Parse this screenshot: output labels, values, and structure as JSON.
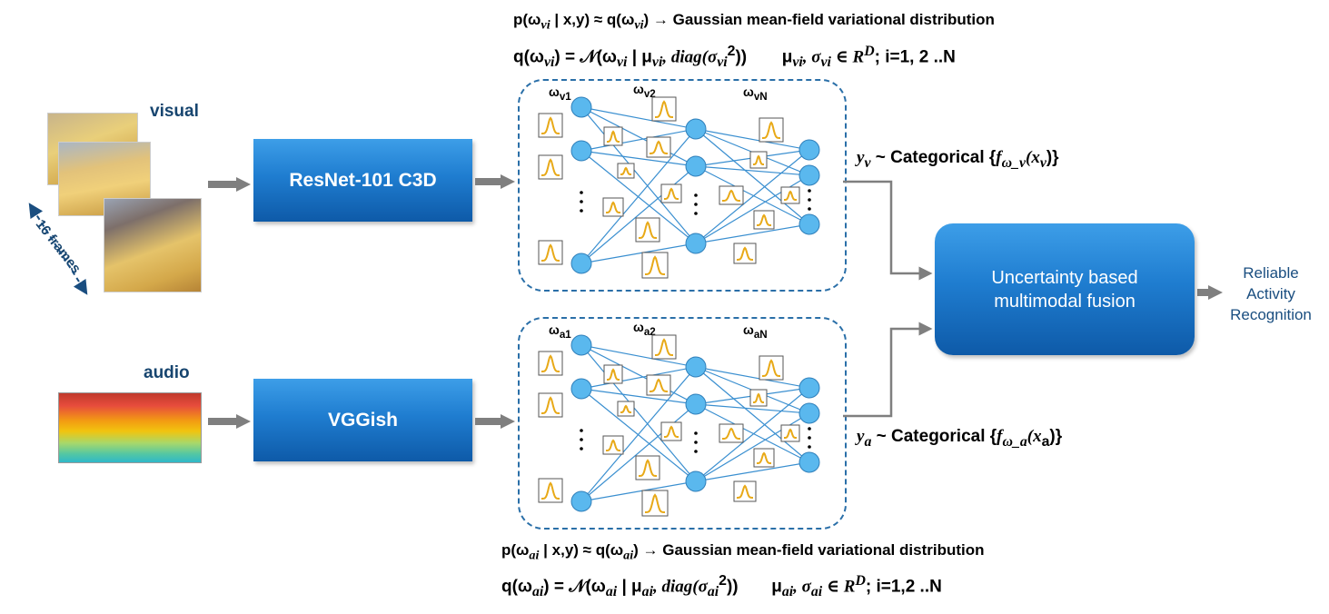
{
  "top_equations": {
    "line1": {
      "lhs": "p(ω",
      "lhs_sub": "vi",
      "mid": "| x,y) ≈ q(ω",
      "mid_sub": "vi",
      "rhs": ") → Gaussian mean-field variational distribution"
    },
    "line2": {
      "lhs": "q(ω",
      "lhs_sub": "vi",
      "eq": ") = 𝒩(ω",
      "eq_sub": "vi",
      "mu": " | μ",
      "mu_sub": "vi",
      "diag": ", diag(σ",
      "diag_sub": "vi",
      "diag_sup": "2",
      "close": "))",
      "params": "μ",
      "params_sub": "vi",
      "sigma": ", σ",
      "sigma_sub": "vi",
      "in": " ∈ R",
      "in_sup": "D",
      "range": "; i=1, 2 ..N"
    }
  },
  "bottom_equations": {
    "line1": {
      "lhs": "p(ω",
      "lhs_sub": "ai",
      "mid": "| x,y) ≈ q(ω",
      "mid_sub": "ai",
      "rhs": ") → Gaussian mean-field variational distribution"
    },
    "line2": {
      "lhs": "q(ω",
      "lhs_sub": "ai",
      "eq": ") = 𝒩(ω",
      "eq_sub": "ai",
      "mu": " | μ",
      "mu_sub": "ai",
      "diag": ", diag(σ",
      "diag_sub": "ai",
      "diag_sup": "2",
      "close": "))",
      "params": "μ",
      "params_sub": "ai",
      "sigma": ", σ",
      "sigma_sub": "ai",
      "in": " ∈ R",
      "in_sup": "D",
      "range": "; i=1,2 ..N"
    }
  },
  "inputs": {
    "visual_label": "visual",
    "frames_label": "16 frames",
    "audio_label": "audio"
  },
  "encoders": {
    "visual": "ResNet-101 C3D",
    "audio": "VGGish"
  },
  "visual_net": {
    "w1": "ω",
    "w1_sub": "v1",
    "w2": "ω",
    "w2_sub": "v2",
    "wN": "ω",
    "wN_sub": "vN"
  },
  "audio_net": {
    "w1": "ω",
    "w1_sub": "a1",
    "w2": "ω",
    "w2_sub": "a2",
    "wN": "ω",
    "wN_sub": "aN"
  },
  "outputs": {
    "visual": {
      "y": "y",
      "y_sub": "v",
      "text": " ~ Categorical {",
      "f": "f",
      "f_sub": "ω_v",
      "arg": "(x",
      "arg_sub": "v",
      "close": ")}"
    },
    "audio": {
      "y": "y",
      "y_sub": "a",
      "text": " ~ Categorical {",
      "f": "f",
      "f_sub": "ω_a",
      "arg": "(x",
      "arg_sub": "a",
      "close": ")}"
    }
  },
  "fusion": {
    "line1": "Uncertainty based",
    "line2": "multimodal fusion"
  },
  "result": {
    "line1": "Reliable",
    "line2": "Activity",
    "line3": "Recognition"
  },
  "colors": {
    "accent_blue": "#1f7dd0",
    "node_blue": "#5ab8ee",
    "edge_blue": "#3a8fd0",
    "gaussian_orange": "#e8a917",
    "dashed_border": "#2a6fa8",
    "arrow_gray": "#7f7f7f",
    "label_navy": "#17456f"
  }
}
